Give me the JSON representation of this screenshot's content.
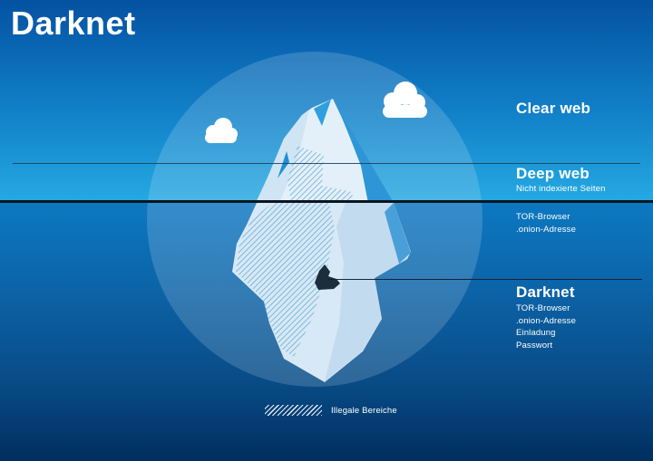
{
  "title": "Darknet",
  "sections": {
    "clear_web": {
      "heading": "Clear web"
    },
    "deep_web": {
      "heading": "Deep web",
      "subtitle": "Nicht indexierte Seiten",
      "items": [
        "TOR-Browser",
        ".onion-Adresse"
      ]
    },
    "darknet": {
      "heading": "Darknet",
      "items": [
        "TOR-Browser",
        ".onion-Adresse",
        "Einladung",
        "Passwort"
      ]
    }
  },
  "legend": {
    "label": "Illegale Bereiche"
  },
  "palette": {
    "text": "#FFFFFF",
    "sky_top": "#0452A2",
    "sky_mid": "#1180C8",
    "sky_bottom": "#25A9E2",
    "water_top": "#0C79C2",
    "water_mid": "#0C63A7",
    "water_deep": "#084B86",
    "water_bottom": "#012E5F",
    "glow": "rgba(255,255,255,0.16)",
    "cloud": "#FFFFFF",
    "ice_light": "#E3F0FA",
    "ice_left": "#CFE5F4",
    "ice_under": "#D7E9F6",
    "ice_under_shade": "#C3DBEE",
    "ice_wedge": "#49A0D8",
    "ice_shadow": "#2E96D6",
    "notch": "#2FA0DE",
    "crevice": "#1E8FD4",
    "hatch": "#5BA2D2",
    "hatch_faint": "#9FC6E2",
    "cave": "#1C2D3B",
    "line_thin": "#1A4560",
    "line_water": "#0A151E",
    "line_pointer": "#101F2B"
  }
}
